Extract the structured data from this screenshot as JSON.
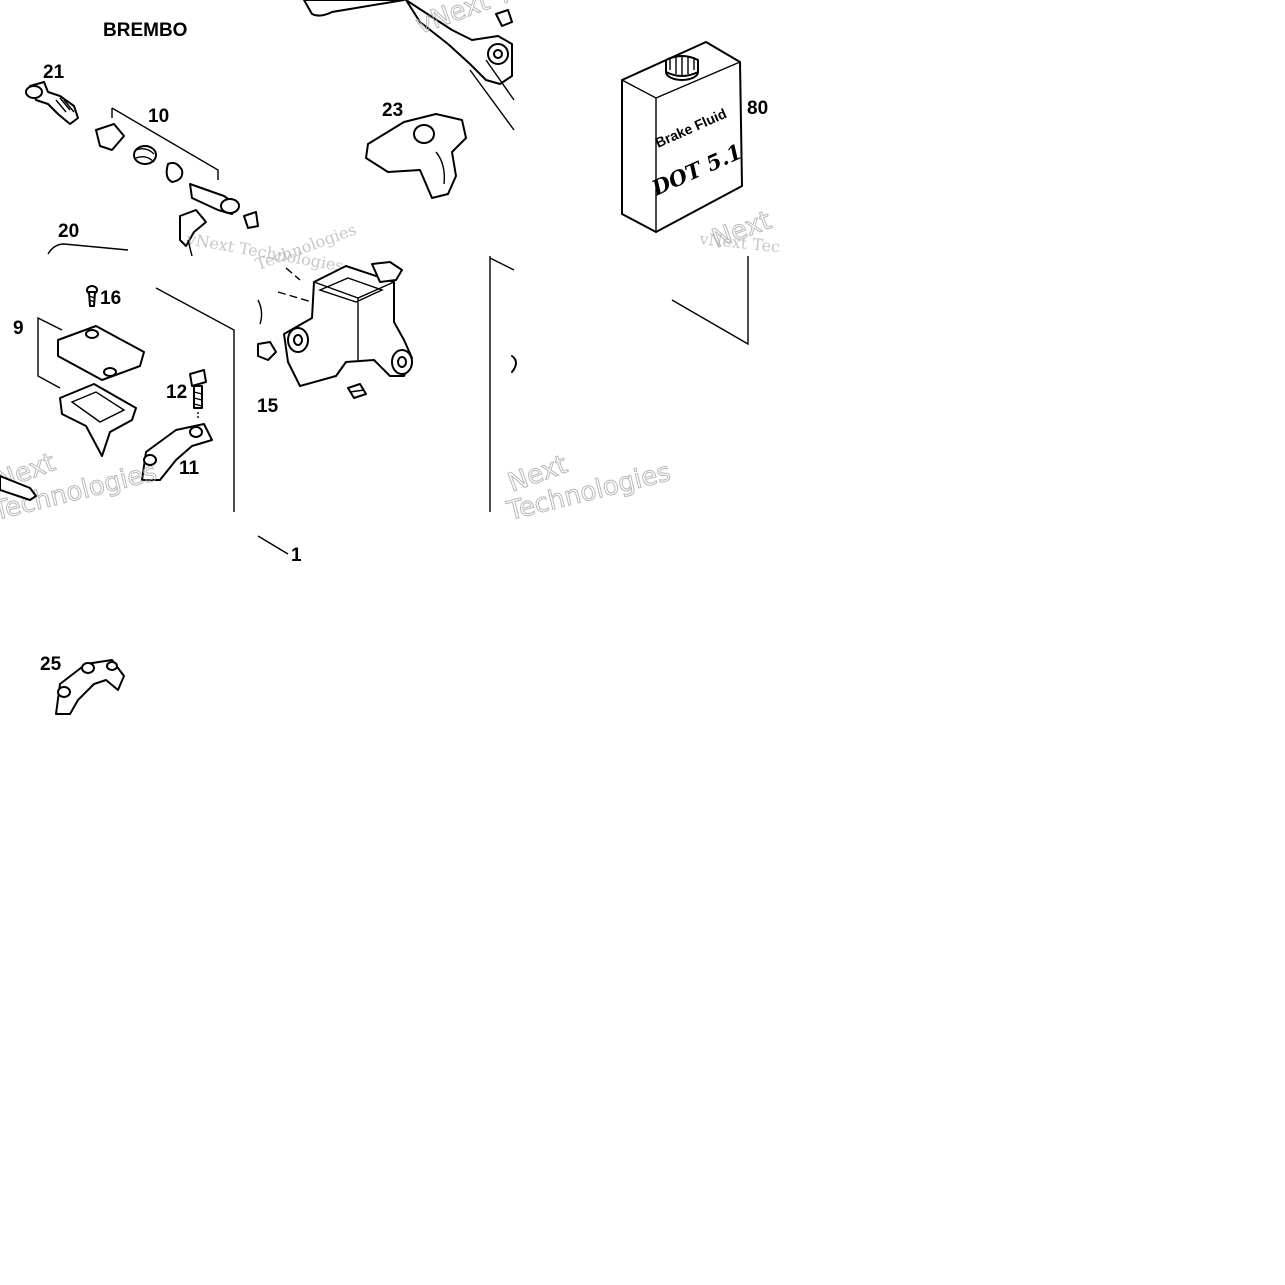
{
  "title": "BREMBO",
  "callouts": {
    "c21": "21",
    "c10": "10",
    "c20": "20",
    "c23": "23",
    "c80": "80",
    "c16": "16",
    "c9": "9",
    "c12": "12",
    "c11": "11",
    "c15": "15",
    "c1": "1",
    "c25": "25"
  },
  "fluid_can": {
    "line1": "Brake Fluid",
    "line2": "DOT 5.1"
  },
  "watermark": {
    "brand": "vNext Technologies",
    "short": "vNext Tec",
    "word_next": "Next",
    "word_tech": "Technologies"
  }
}
